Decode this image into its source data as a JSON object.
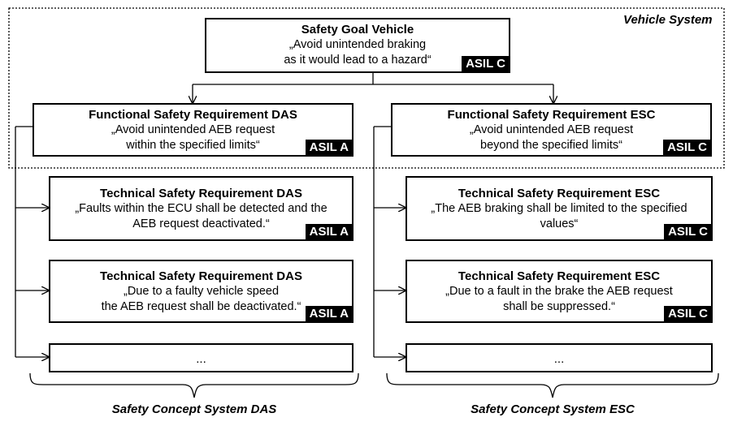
{
  "vehicle_system_label": "Vehicle System",
  "safety_goal": {
    "title": "Safety Goal Vehicle",
    "line1": "„Avoid unintended braking",
    "line2": "as it would lead to a hazard“",
    "asil": "ASIL C"
  },
  "fsr_das": {
    "title": "Functional Safety Requirement DAS",
    "line1": "„Avoid unintended AEB request",
    "line2": "within the specified limits“",
    "asil": "ASIL A"
  },
  "fsr_esc": {
    "title": "Functional Safety Requirement ESC",
    "line1": "„Avoid unintended AEB request",
    "line2": "beyond the specified limits“",
    "asil": "ASIL C"
  },
  "tsr_das_1": {
    "title": "Technical Safety Requirement DAS",
    "line1": "„Faults within the ECU shall be detected and the",
    "line2": "AEB request deactivated.“",
    "asil": "ASIL A"
  },
  "tsr_das_2": {
    "title": "Technical Safety Requirement DAS",
    "line1": "„Due to a faulty vehicle speed",
    "line2": "the AEB request shall be deactivated.“",
    "asil": "ASIL A"
  },
  "tsr_esc_1": {
    "title": "Technical Safety Requirement ESC",
    "line1": "„The AEB braking shall be limited to the specified",
    "line2": "values“",
    "asil": "ASIL C"
  },
  "tsr_esc_2": {
    "title": "Technical Safety Requirement ESC",
    "line1": "„Due to a fault in the brake the AEB request",
    "line2": "shall be suppressed.“",
    "asil": "ASIL C"
  },
  "das_more": "...",
  "esc_more": "...",
  "concept_das_label": "Safety Concept System DAS",
  "concept_esc_label": "Safety Concept System ESC"
}
